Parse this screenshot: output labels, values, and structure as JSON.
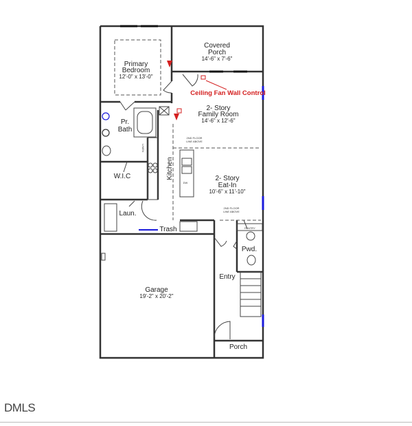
{
  "floor_plan": {
    "rooms": {
      "primary_bedroom": {
        "name_line1": "Primary",
        "name_line2": "Bedroom",
        "dims": "12'-0\" x 13'-0\""
      },
      "covered_porch": {
        "name_line1": "Covered",
        "name_line2": "Porch",
        "dims": "14'-6\" x 7'-6\""
      },
      "family_room": {
        "name_line1": "2- Story",
        "name_line2": "Family Room",
        "dims": "14'-6\" x 12'-6\""
      },
      "pr_bath": {
        "name_line1": "Pr.",
        "name_line2": "Bath"
      },
      "linen": "LINEN",
      "kitchen": "Kitchen",
      "dw": "DW",
      "eat_in": {
        "name_line1": "2- Story",
        "name_line2": "Eat-In",
        "dims": "10'-6\" x 11'-10\""
      },
      "wic": "W.I.C",
      "laundry": "Laun.",
      "trash": "Trash",
      "pantry": "PANTRY",
      "powder": "Pwd.",
      "entry": "Entry",
      "garage": {
        "name": "Garage",
        "dims": "19'-2\" x 20'-2\""
      },
      "porch": "Porch"
    },
    "notes": {
      "second_floor_1_line1": "2ND FLOOR",
      "second_floor_1_line2": "LINE ABOVE",
      "second_floor_2_line1": "2ND FLOOR",
      "second_floor_2_line2": "LINE ABOVE",
      "ceiling_fan": "Ceiling Fan Wall Control"
    },
    "colors": {
      "annotation": "#d42020",
      "window": "#1a1adb",
      "wall": "#333333"
    }
  },
  "watermark": "DMLS"
}
